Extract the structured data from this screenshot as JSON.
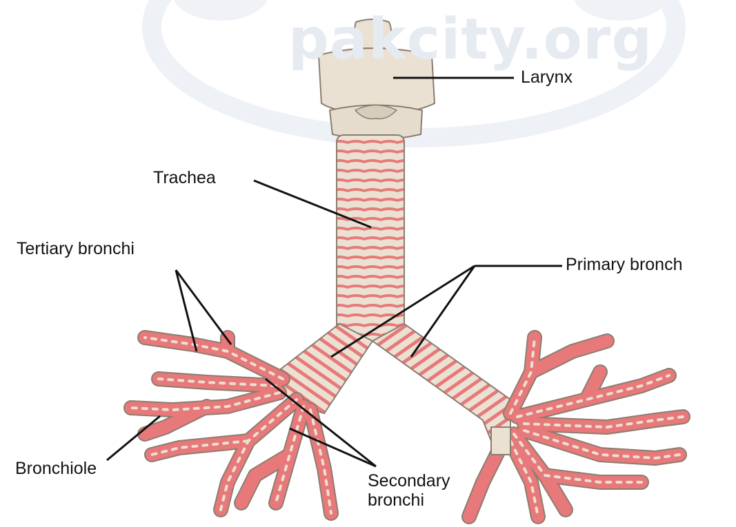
{
  "watermark": {
    "text": "pakcity.org"
  },
  "labels": {
    "larynx": "Larynx",
    "trachea": "Trachea",
    "tertiary_bronchi": "Tertiary bronchi",
    "primary_bronchi": "Primary bronch",
    "bronchiole": "Bronchiole",
    "secondary_bronchi": "Secondary bronchi"
  },
  "colors": {
    "cartilage": "#ebe1d3",
    "tissue": "#e8797a",
    "outline": "#8a7d70",
    "leader_line": "#111111",
    "watermark": "#e6ebf2"
  }
}
